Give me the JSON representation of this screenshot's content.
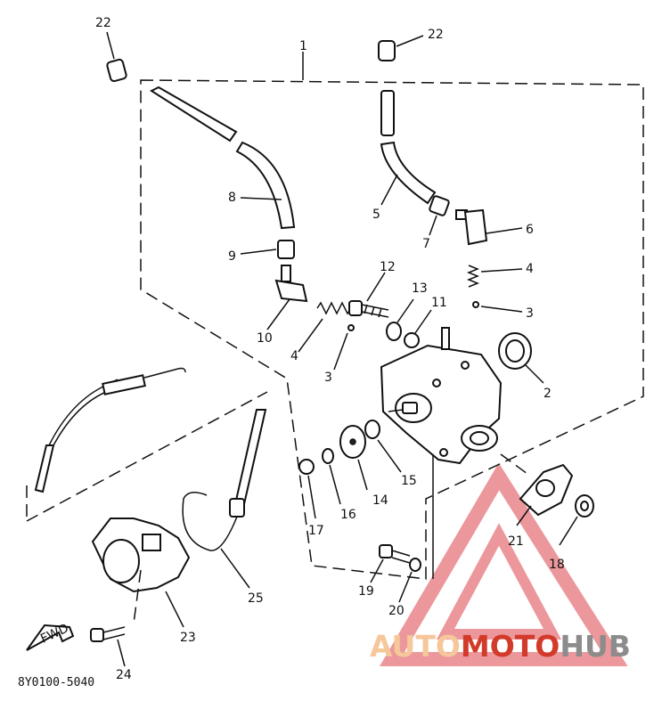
{
  "diagram_code": "8Y0100-5040",
  "fwd_label": "FWD",
  "callouts": {
    "c1": "1",
    "c2": "2",
    "c3a": "3",
    "c3b": "3",
    "c4a": "4",
    "c4b": "4",
    "c5": "5",
    "c6": "6",
    "c7": "7",
    "c8": "8",
    "c9": "9",
    "c10": "10",
    "c11": "11",
    "c12": "12",
    "c13": "13",
    "c14": "14",
    "c15": "15",
    "c16": "16",
    "c17": "17",
    "c18": "18",
    "c19": "19",
    "c20": "20",
    "c21": "21",
    "c22a": "22",
    "c22b": "22",
    "c23": "23",
    "c24": "24",
    "c25": "25"
  },
  "watermark": {
    "part1": "AUTO",
    "part2": "MOTO",
    "part3": "HUB",
    "colors": {
      "auto": "#f6c79a",
      "moto": "#d23a2a",
      "hub": "#8c8c8c",
      "triangle": "#e8868a"
    }
  }
}
